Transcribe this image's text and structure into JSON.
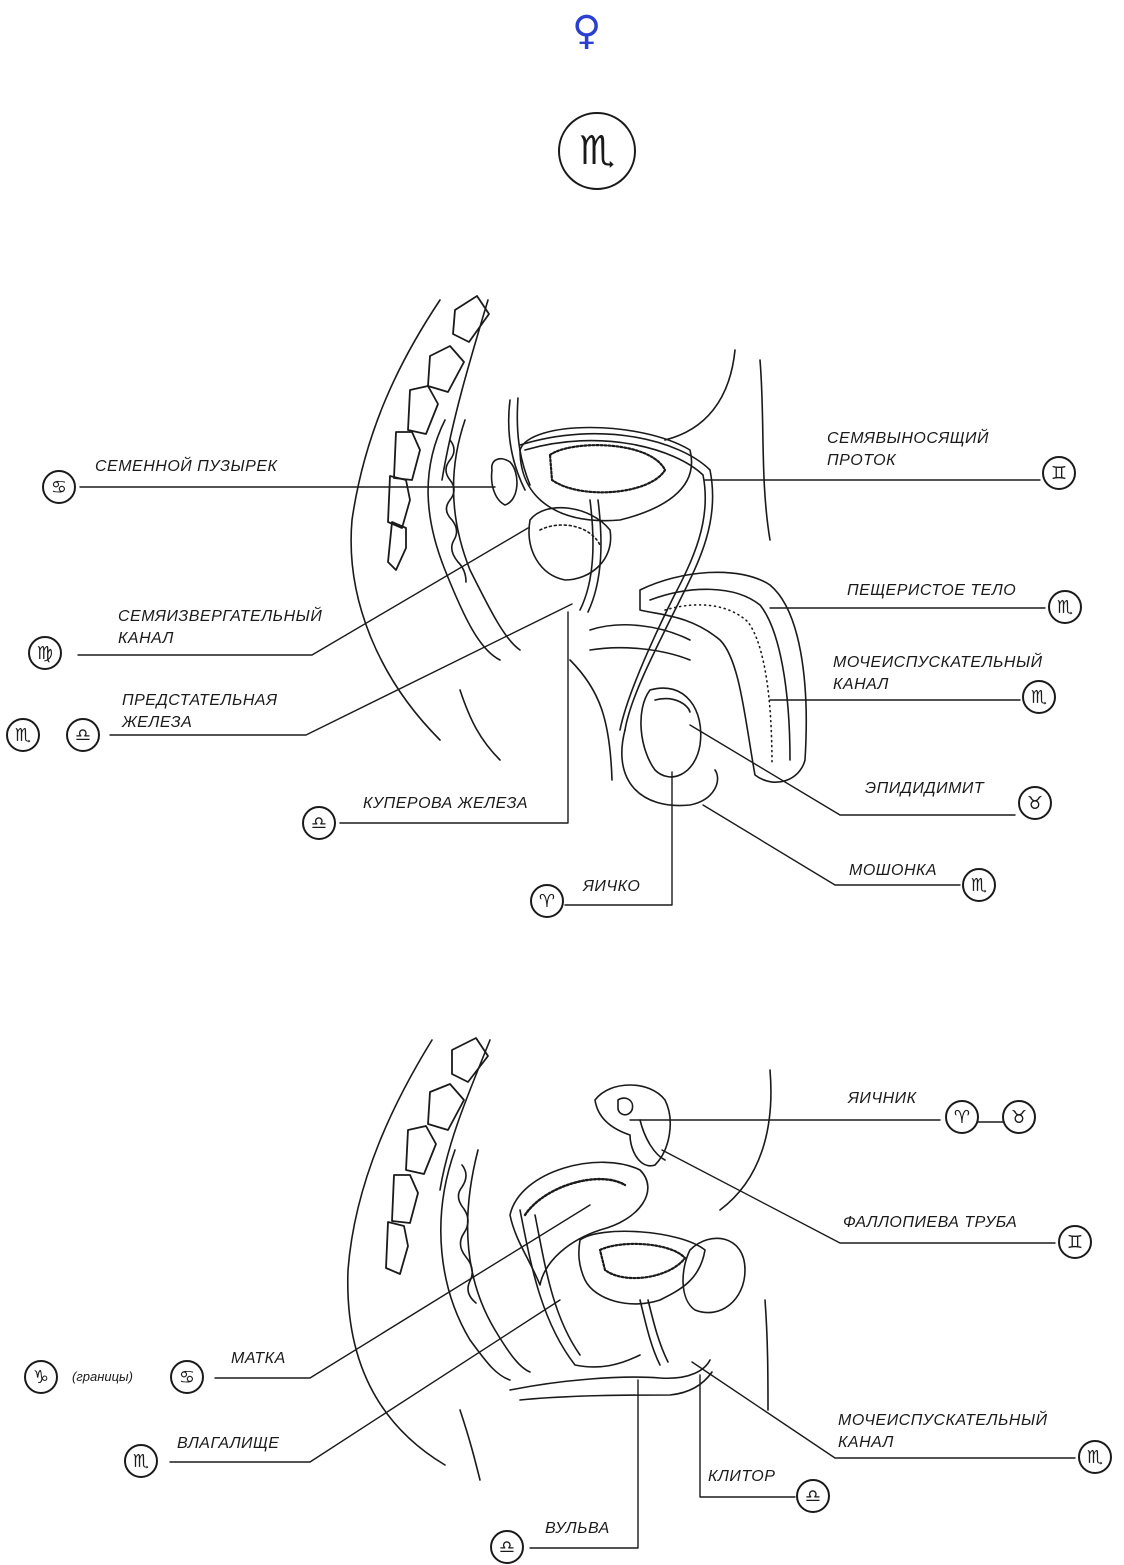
{
  "top": {
    "venus_glyph": "♀",
    "scorpio_glyph": "♏"
  },
  "male": {
    "seminal_vesicle": {
      "label": "СЕМЕННОЙ ПУЗЫРЕК",
      "glyph": "♋"
    },
    "vas_deferens": {
      "label_line1": "СЕМЯВЫНОСЯЩИЙ",
      "label_line2": "ПРОТОК",
      "glyph": "♊"
    },
    "ejaculatory_duct": {
      "label_line1": "СЕМЯИЗВЕРГАТЕЛЬНЫЙ",
      "label_line2": "КАНАЛ",
      "glyph": "♍"
    },
    "corpus_cavernosum": {
      "label": "ПЕЩЕРИСТОЕ ТЕЛО",
      "glyph": "♏"
    },
    "prostate": {
      "label_line1": "ПРЕДСТАТЕЛЬНАЯ",
      "label_line2": "ЖЕЛЕЗА",
      "glyph1": "♏",
      "glyph2": "♎"
    },
    "urethra": {
      "label_line1": "МОЧЕИСПУСКАТЕЛЬНЫЙ",
      "label_line2": "КАНАЛ",
      "glyph": "♏"
    },
    "epididymis": {
      "label": "ЭПИДИДИМИТ",
      "glyph": "♉"
    },
    "cowper_gland": {
      "label": "КУПЕРОВА ЖЕЛЕЗА",
      "glyph": "♎"
    },
    "scrotum": {
      "label": "МОШОНКА",
      "glyph": "♏"
    },
    "testicle": {
      "label": "ЯИЧКО",
      "glyph": "♈"
    }
  },
  "female": {
    "ovary": {
      "label": "ЯИЧНИК",
      "glyph1": "♈",
      "glyph2": "♉"
    },
    "fallopian_tube": {
      "label": "ФАЛЛОПИЕВА ТРУБА",
      "glyph": "♊"
    },
    "uterus": {
      "label": "МАТКА",
      "note": "(границы)",
      "glyph1": "♑",
      "glyph2": "♋"
    },
    "vagina": {
      "label": "ВЛАГАЛИЩЕ",
      "glyph": "♏"
    },
    "urethra": {
      "label_line1": "МОЧЕИСПУСКАТЕЛЬНЫЙ",
      "label_line2": "КАНАЛ",
      "glyph": "♏"
    },
    "clitoris": {
      "label": "КЛИТОР",
      "glyph": "♎"
    },
    "vulva": {
      "label": "ВУЛЬВА",
      "glyph": "♎"
    }
  }
}
